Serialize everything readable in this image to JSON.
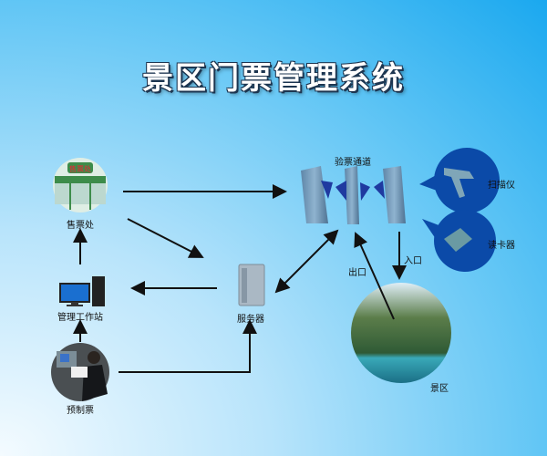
{
  "title": "景区门票管理系统",
  "nodes": {
    "ticket_office": "售票处",
    "ticket_office_sign": "售票处",
    "workstation": "管理工作站",
    "preprinted": "预制票",
    "server": "服务器",
    "gate": "验票通道",
    "scanner": "扫描仪",
    "card_reader": "读卡器",
    "scenic_area": "景区"
  },
  "edges": {
    "exit": "出口",
    "entrance": "入口"
  }
}
